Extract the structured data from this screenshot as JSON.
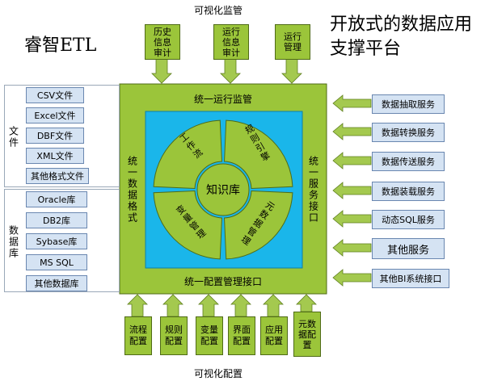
{
  "brand": "睿智ETL",
  "headline": "开放式的数据应用支撑平台",
  "top_caption": "可视化监管",
  "bottom_caption": "可视化配置",
  "top_boxes": [
    "历史信息审计",
    "运行信息审计",
    "运行管理"
  ],
  "bottom_boxes": [
    "流程配置",
    "规则配置",
    "变量配置",
    "界面配置",
    "应用配置",
    "元数据配置"
  ],
  "file_group": {
    "label": "文件",
    "items": [
      "CSV文件",
      "Excel文件",
      "DBF文件",
      "XML文件",
      "其他格式文件"
    ]
  },
  "db_group": {
    "label": "数据库",
    "items": [
      "Oracle库",
      "DB2库",
      "Sybase库",
      "MS SQL",
      "其他数据库"
    ]
  },
  "right_services": [
    "数据抽取服务",
    "数据转换服务",
    "数据传送服务",
    "数据装载服务",
    "动态SQL服务",
    "其他服务",
    "其他BI系统接口"
  ],
  "core": {
    "top": "统一运行监管",
    "bottom": "统一配置管理接口",
    "left": "统一数据格式",
    "right": "统一服务接口",
    "center": "知识库",
    "quadrants": [
      "工作流",
      "规则引擎",
      "变量管理",
      "元数据管理"
    ]
  },
  "colors": {
    "green": "#9bc53a",
    "green_dark": "#4f6b17",
    "light_blue": "#d5e3f3",
    "cyan": "#1ab6ea",
    "arrow": "#a4c94f"
  }
}
